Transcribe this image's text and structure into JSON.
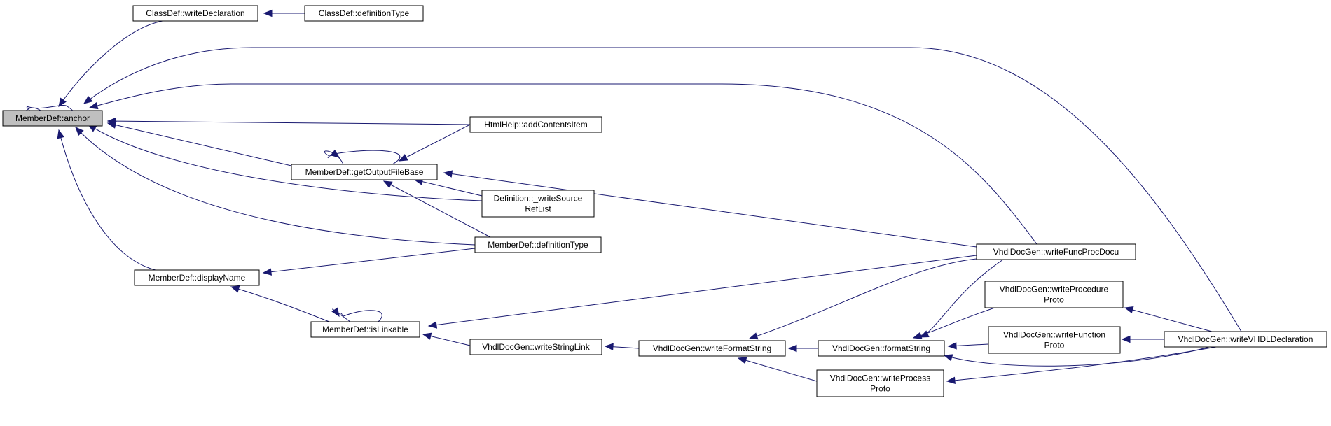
{
  "colors": {
    "edge": "#191970",
    "node_border": "#000000",
    "focus_fill": "#bfbfbf",
    "node_fill": "#ffffff"
  },
  "nodes": [
    {
      "id": "anchor",
      "name": "node-memberdef-anchor",
      "lines": [
        "MemberDef::anchor"
      ],
      "focus": true
    },
    {
      "id": "cd_wd",
      "name": "node-classdef-writedeclaration",
      "lines": [
        "ClassDef::writeDeclaration"
      ]
    },
    {
      "id": "cd_dt",
      "name": "node-classdef-definitiontype",
      "lines": [
        "ClassDef::definitionType"
      ]
    },
    {
      "id": "hh",
      "name": "node-htmlhelp-addcontentsitem",
      "lines": [
        "HtmlHelp::addContentsItem"
      ]
    },
    {
      "id": "gofb",
      "name": "node-memberdef-getoutputfilebase",
      "lines": [
        "MemberDef::getOutputFileBase"
      ]
    },
    {
      "id": "dwsr",
      "name": "node-definition-writesourcereflist",
      "lines": [
        "Definition::_writeSource",
        "RefList"
      ]
    },
    {
      "id": "md_dt",
      "name": "node-memberdef-definitiontype",
      "lines": [
        "MemberDef::definitionType"
      ]
    },
    {
      "id": "dn",
      "name": "node-memberdef-displayname",
      "lines": [
        "MemberDef::displayName"
      ]
    },
    {
      "id": "il",
      "name": "node-memberdef-islinkable",
      "lines": [
        "MemberDef::isLinkable"
      ]
    },
    {
      "id": "wsl",
      "name": "node-vhdldocgen-writestringlink",
      "lines": [
        "VhdlDocGen::writeStringLink"
      ]
    },
    {
      "id": "wfs",
      "name": "node-vhdldocgen-writeformatstring",
      "lines": [
        "VhdlDocGen::writeFormatString"
      ]
    },
    {
      "id": "fs",
      "name": "node-vhdldocgen-formatstring",
      "lines": [
        "VhdlDocGen::formatString"
      ]
    },
    {
      "id": "wpp",
      "name": "node-vhdldocgen-writeprocessproto",
      "lines": [
        "VhdlDocGen::writeProcess",
        "Proto"
      ]
    },
    {
      "id": "wfpd",
      "name": "node-vhdldocgen-writefuncprocdocu",
      "lines": [
        "VhdlDocGen::writeFuncProcDocu"
      ]
    },
    {
      "id": "wprp",
      "name": "node-vhdldocgen-writeprocedureproto",
      "lines": [
        "VhdlDocGen::writeProcedure",
        "Proto"
      ]
    },
    {
      "id": "wfp",
      "name": "node-vhdldocgen-writefunctionproto",
      "lines": [
        "VhdlDocGen::writeFunction",
        "Proto"
      ]
    },
    {
      "id": "wvd",
      "name": "node-vhdldocgen-writevhdldeclaration",
      "lines": [
        "VhdlDocGen::writeVHDLDeclaration"
      ]
    }
  ],
  "edges": [
    {
      "from": "anchor",
      "to": "anchor"
    },
    {
      "from": "cd_wd",
      "to": "anchor"
    },
    {
      "from": "cd_dt",
      "to": "cd_wd"
    },
    {
      "from": "wvd",
      "to": "anchor"
    },
    {
      "from": "wfpd",
      "to": "anchor"
    },
    {
      "from": "hh",
      "to": "anchor"
    },
    {
      "from": "gofb",
      "to": "anchor"
    },
    {
      "from": "dwsr",
      "to": "anchor"
    },
    {
      "from": "md_dt",
      "to": "anchor"
    },
    {
      "from": "dn",
      "to": "anchor"
    },
    {
      "from": "gofb",
      "to": "gofb"
    },
    {
      "from": "hh",
      "to": "gofb"
    },
    {
      "from": "dwsr",
      "to": "gofb"
    },
    {
      "from": "md_dt",
      "to": "gofb"
    },
    {
      "from": "wfpd",
      "to": "gofb"
    },
    {
      "from": "md_dt",
      "to": "dn"
    },
    {
      "from": "il",
      "to": "dn"
    },
    {
      "from": "il",
      "to": "il"
    },
    {
      "from": "wfpd",
      "to": "il"
    },
    {
      "from": "wsl",
      "to": "il"
    },
    {
      "from": "wfs",
      "to": "wsl"
    },
    {
      "from": "fs",
      "to": "wfs"
    },
    {
      "from": "wfpd",
      "to": "wfs"
    },
    {
      "from": "wpp",
      "to": "wfs"
    },
    {
      "from": "wfpd",
      "to": "fs"
    },
    {
      "from": "wprp",
      "to": "fs"
    },
    {
      "from": "wfp",
      "to": "fs"
    },
    {
      "from": "wvd",
      "to": "fs"
    },
    {
      "from": "wvd",
      "to": "wprp"
    },
    {
      "from": "wvd",
      "to": "wfp"
    },
    {
      "from": "wvd",
      "to": "wpp"
    }
  ]
}
